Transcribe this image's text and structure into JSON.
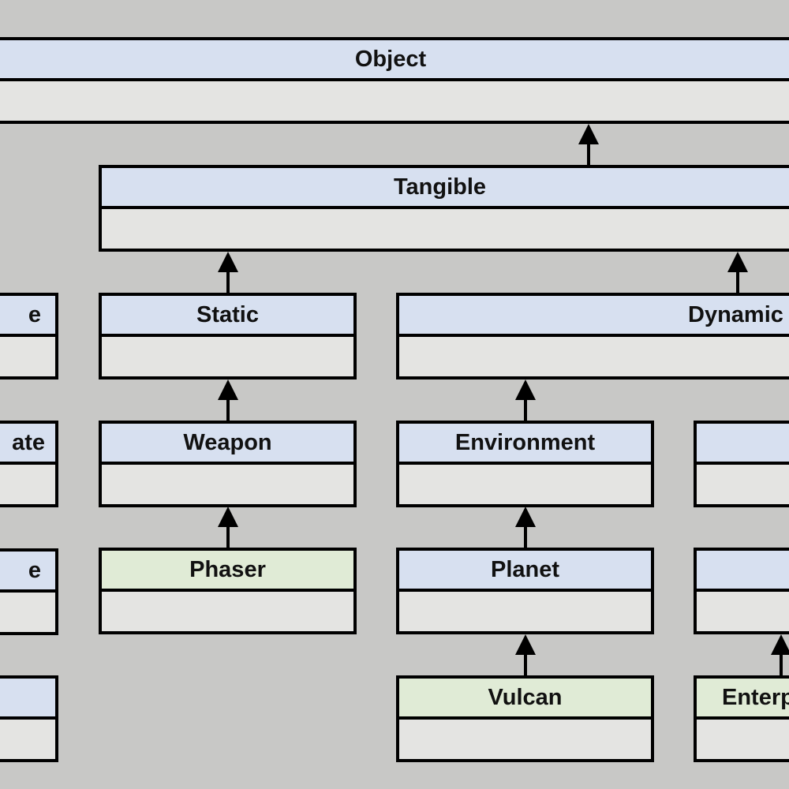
{
  "diagram": {
    "colors": {
      "background": "#c8c8c6",
      "abstract_header": "#d7e0f0",
      "concrete_header": "#e0ebd6",
      "body": "#e4e4e2",
      "line": "#000000"
    },
    "classes": {
      "object": {
        "name": "Object"
      },
      "tangible": {
        "name": "Tangible"
      },
      "left_1": {
        "name": "e"
      },
      "left_2": {
        "name": "ate"
      },
      "left_3": {
        "name": "e"
      },
      "left_4": {
        "name": ""
      },
      "static": {
        "name": "Static"
      },
      "dynamic": {
        "name": "Dynamic"
      },
      "weapon": {
        "name": "Weapon"
      },
      "environment": {
        "name": "Environment"
      },
      "right_2": {
        "name": ""
      },
      "phaser": {
        "name": "Phaser"
      },
      "planet": {
        "name": "Planet"
      },
      "right_3": {
        "name": ""
      },
      "vulcan": {
        "name": "Vulcan"
      },
      "enterprise": {
        "name": "Enterp"
      }
    }
  }
}
